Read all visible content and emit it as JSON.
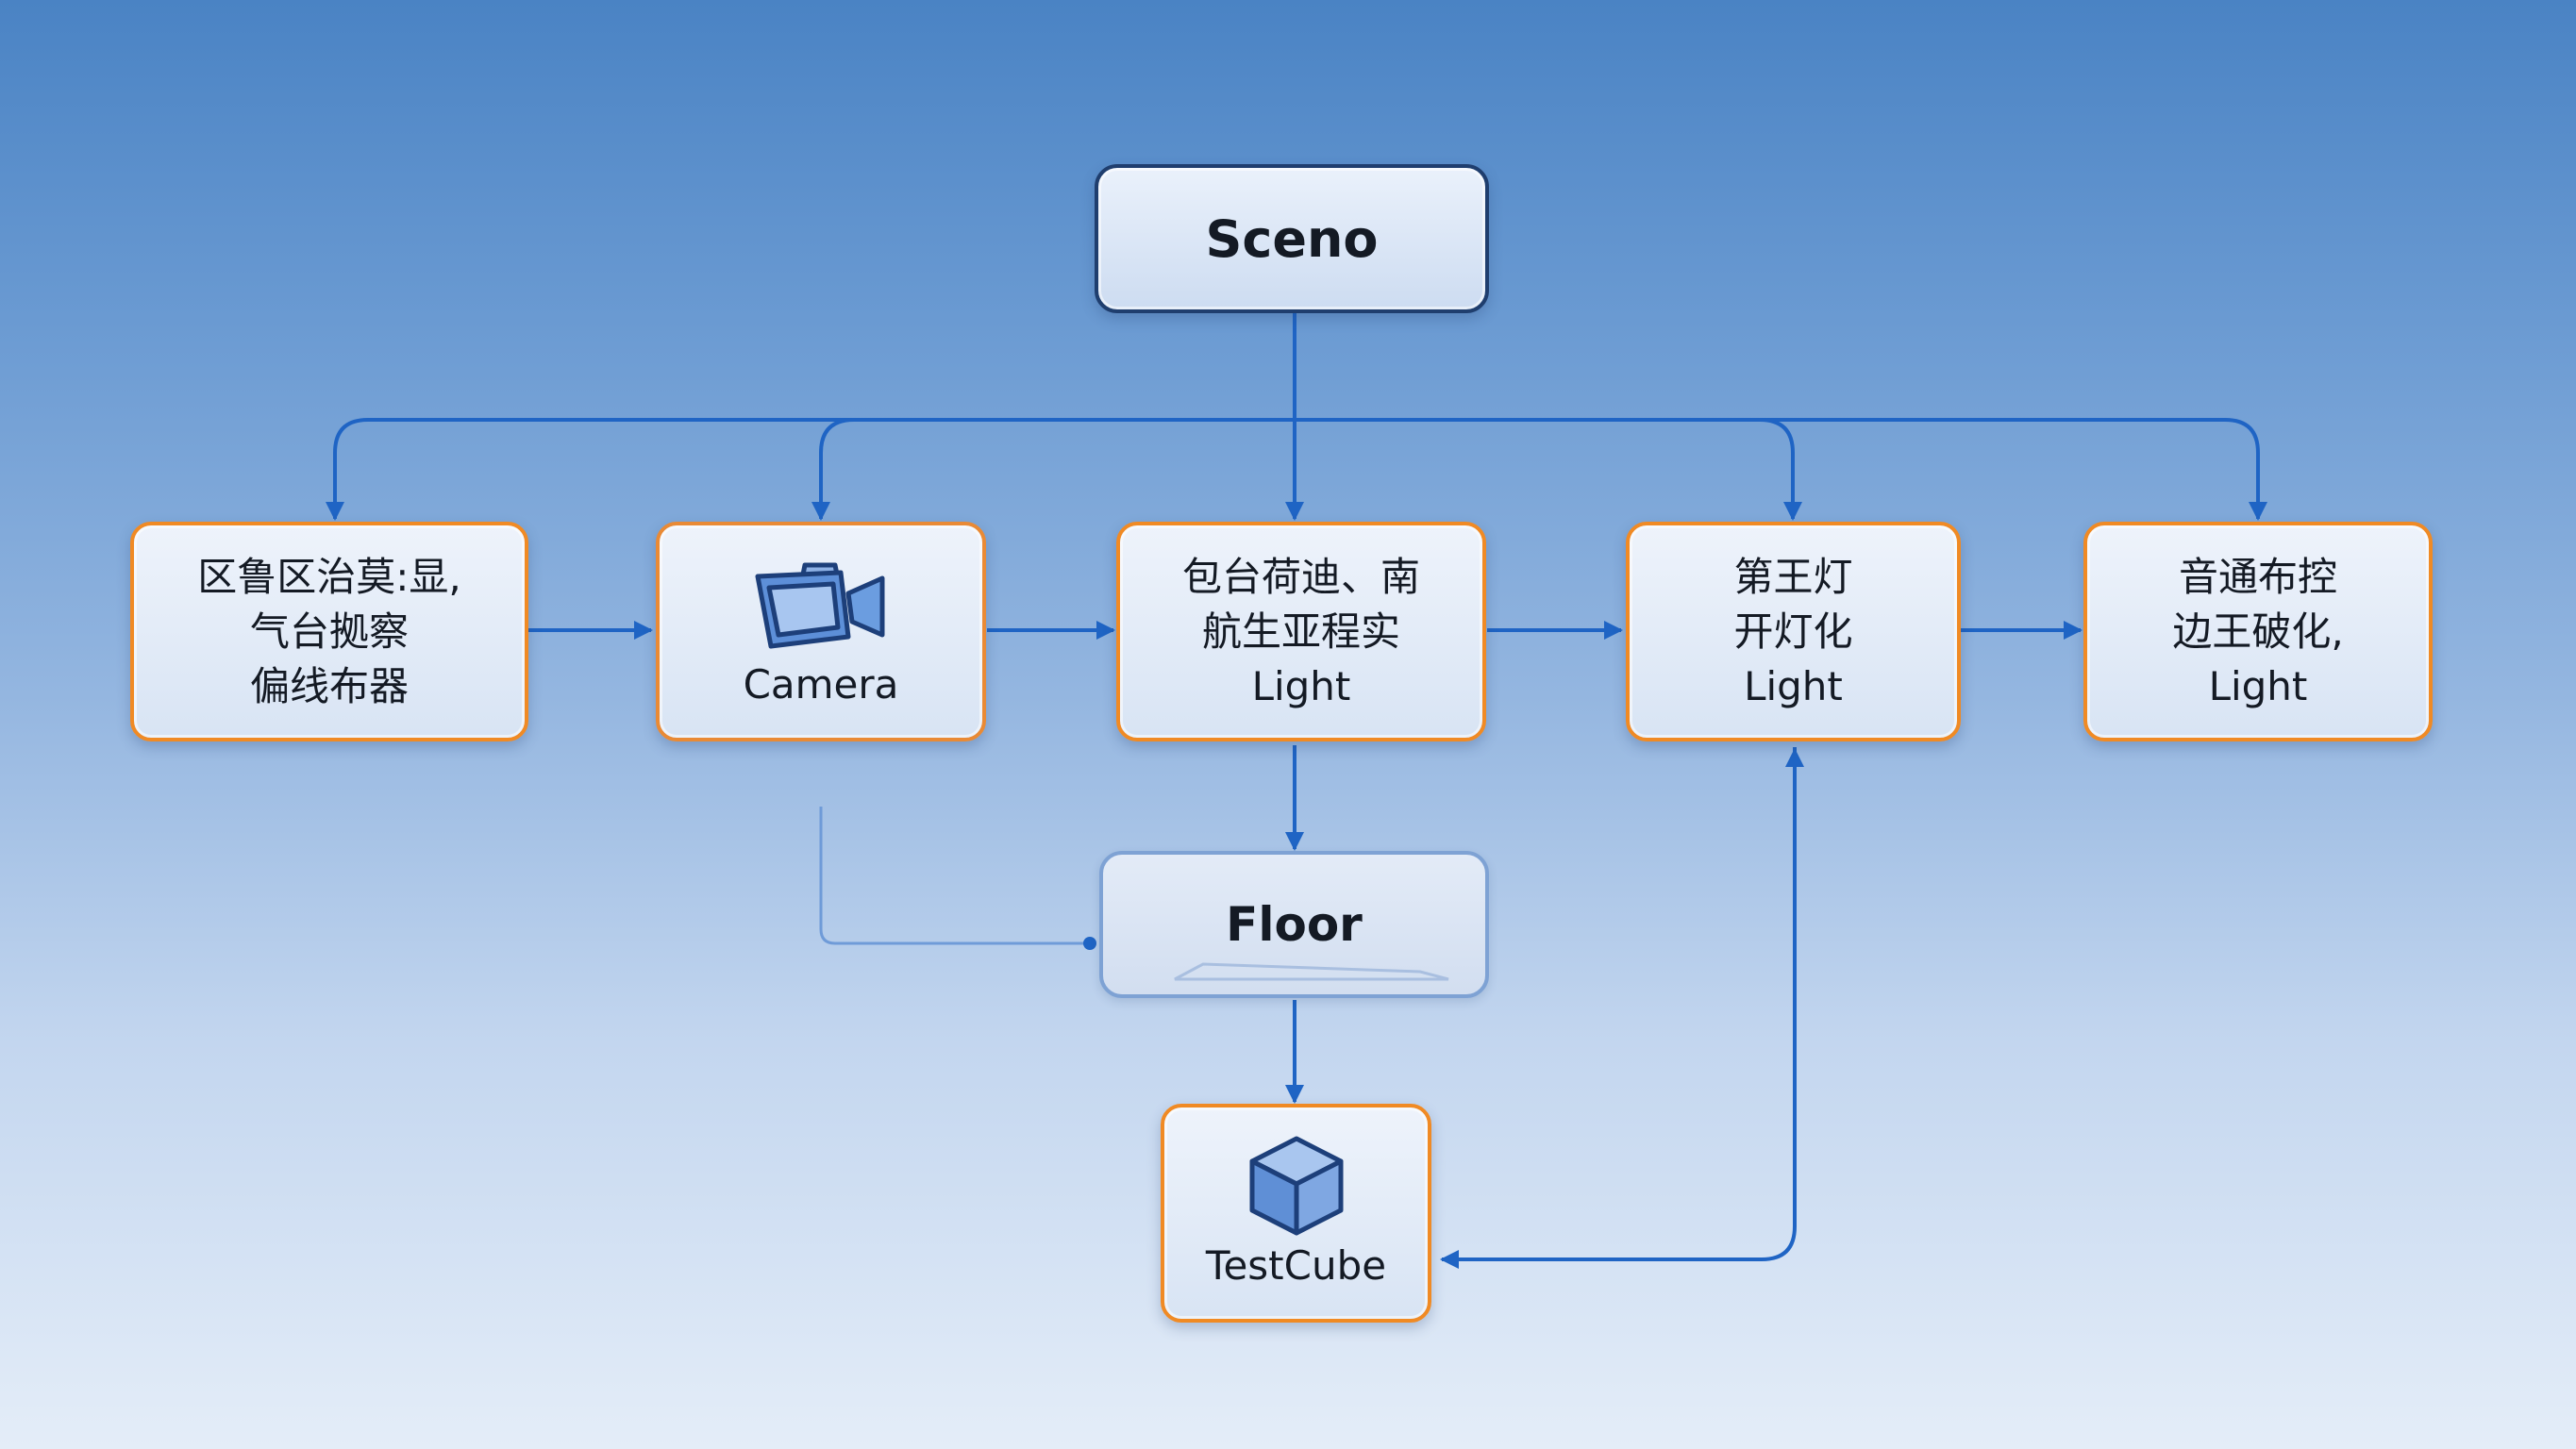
{
  "nodes": {
    "scene": {
      "title": "Sceno"
    },
    "n1": {
      "lines": [
        "区鲁区治莫:显,",
        "气台拠察",
        "偏线布器"
      ]
    },
    "camera": {
      "label": "Camera",
      "icon": "camera-icon"
    },
    "n3": {
      "lines": [
        "包台荷迪、南",
        "航生亚程实",
        "Light"
      ]
    },
    "n4": {
      "lines": [
        "第王灯",
        "开灯化",
        "Light"
      ]
    },
    "n5": {
      "lines": [
        "音通布控",
        "边王破化,",
        "Light"
      ]
    },
    "floor": {
      "title": "Floor"
    },
    "testcube": {
      "label": "TestCube",
      "icon": "cube-icon"
    }
  },
  "colors": {
    "connector": "#1f64c4",
    "node_border": "#f08a24",
    "root_border": "#1f3e6e"
  }
}
